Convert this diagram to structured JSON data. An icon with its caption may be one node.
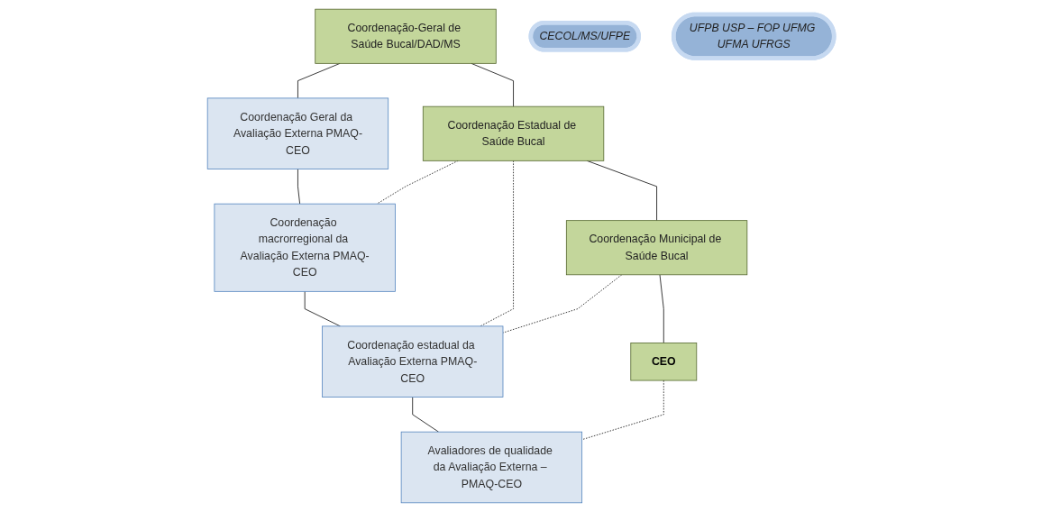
{
  "diagram": {
    "nodes": [
      {
        "text": [
          "Coordenação-Geral de Saúde Bucal/DAD/MS"
        ]
      },
      {
        "text": [
          "Coordenação Geral da Avaliação Externa PMAQ-CEO"
        ]
      },
      {
        "text": [
          "CECOL/MS/UFPE"
        ]
      },
      {
        "text": [
          "Coordenação macrorregional da Avaliação Externa PMAQ-CEO"
        ]
      },
      {
        "text": [
          "UFPB USP – FOP UFMG UFMA UFRGS"
        ]
      },
      {
        "text": [
          "Coordenação Estadual de Saúde Bucal"
        ]
      },
      {
        "text": [
          "Coordenação estadual da Avaliação Externa PMAQ-CEO"
        ]
      },
      {
        "text": [
          "Coordenação Municipal de Saúde Bucal"
        ]
      },
      {
        "text": [
          "CEO"
        ]
      },
      {
        "text": [
          "Avaliadores de qualidade da Avaliação Externa – PMAQ-CEO"
        ]
      }
    ],
    "edges": [
      {
        "from": 0,
        "to": 1,
        "arrow": "none"
      },
      {
        "from": 0,
        "to": 5,
        "arrow": "none"
      },
      {
        "from": 1,
        "to": 3,
        "arrow": "none"
      },
      {
        "from": 5,
        "to": 3,
        "arrow": "none",
        "style": "dashed"
      },
      {
        "from": 5,
        "to": 6,
        "arrow": "none",
        "style": "dashed"
      },
      {
        "from": 3,
        "to": 6,
        "arrow": "none"
      },
      {
        "from": 5,
        "to": 7,
        "arrow": "none"
      },
      {
        "from": 7,
        "to": 6,
        "arrow": "none",
        "style": "dashed"
      },
      {
        "from": 7,
        "to": 8,
        "arrow": "none"
      },
      {
        "from": 6,
        "to": 9,
        "arrow": "none"
      },
      {
        "from": 8,
        "to": 9,
        "arrow": "none",
        "style": "dashed"
      }
    ]
  }
}
